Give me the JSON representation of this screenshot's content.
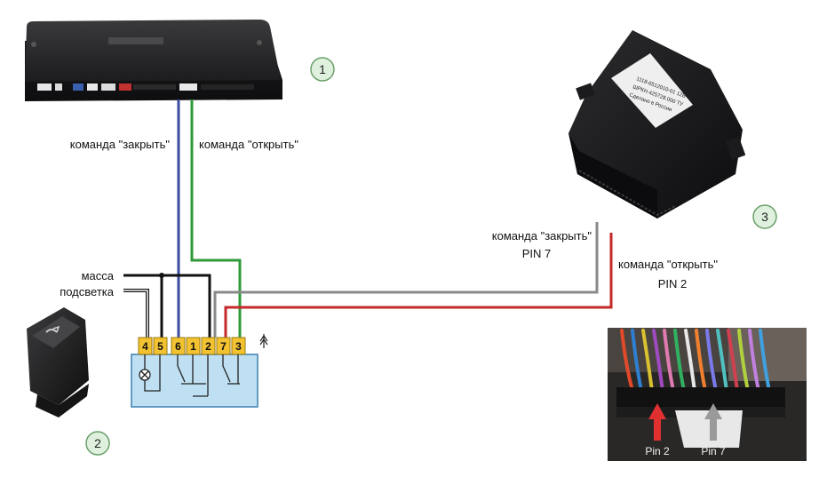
{
  "labels": {
    "close_cmd_1": "команда \"закрыть\"",
    "open_cmd_1": "команда \"открыть\"",
    "close_cmd_3": "команда \"закрыть\"",
    "pin_7": "PIN 7",
    "open_cmd_3": "команда \"открыть\"",
    "pin_2": "PIN 2",
    "massa": "масса",
    "podsvetka": "подсветка"
  },
  "badges": [
    "1",
    "2",
    "3"
  ],
  "pins": [
    "4",
    "5",
    "6",
    "1",
    "2",
    "7",
    "3"
  ],
  "photo_labels": {
    "pin2": "Pin 2",
    "pin7": "Pin 7"
  },
  "module3_label": [
    "1118-6512010-01 12В",
    "ШРКН.425728.000 ТУ",
    "Сделано в России"
  ],
  "colors": {
    "close_wire": "#3a4ba0",
    "open_wire": "#2e9a3a",
    "pin7_wire": "#8a8a8a",
    "pin2_wire": "#c42a2a",
    "connector": "#f2c230",
    "switch_body": "#bfe0f2",
    "badge_fill": "#dff0df",
    "badge_stroke": "#6aa06a"
  }
}
